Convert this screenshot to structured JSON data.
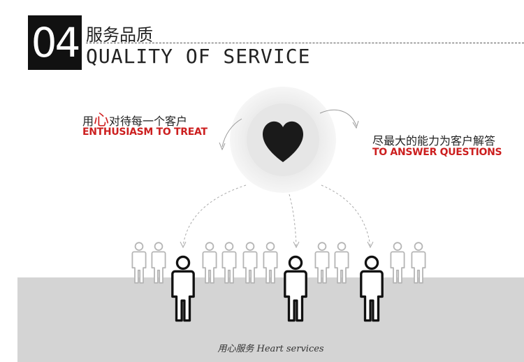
{
  "section": {
    "number": "04",
    "title_cn": "服务品质",
    "title_en": "QUALITY OF SERVICE"
  },
  "left_text": {
    "cn_prefix": "用",
    "cn_highlight": "心",
    "cn_rest": "对待每一个客户",
    "en": "ENTHUSIASM TO TREAT"
  },
  "right_text": {
    "cn": "尽最大的能力为客户解答",
    "en": "TO ANSWER QUESTIONS"
  },
  "caption": "用心服务 Heart services",
  "icons": {
    "center": "heart-icon",
    "people": "person-icon"
  },
  "colors": {
    "accent": "#cc1f1f",
    "dark": "#111111",
    "ground": "#d4d4d4"
  }
}
